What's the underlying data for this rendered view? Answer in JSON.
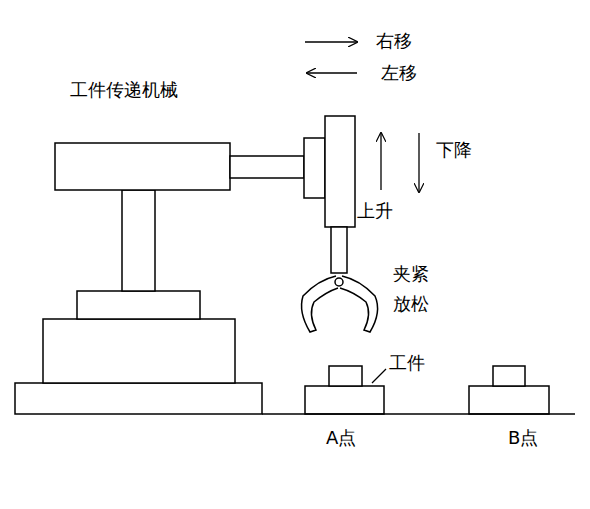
{
  "diagram": {
    "labels": [
      "右移",
      "左移",
      "工件传递机械",
      "下降",
      "上升",
      "夹紧",
      "放松",
      "工件",
      "A点",
      "B点"
    ]
  }
}
